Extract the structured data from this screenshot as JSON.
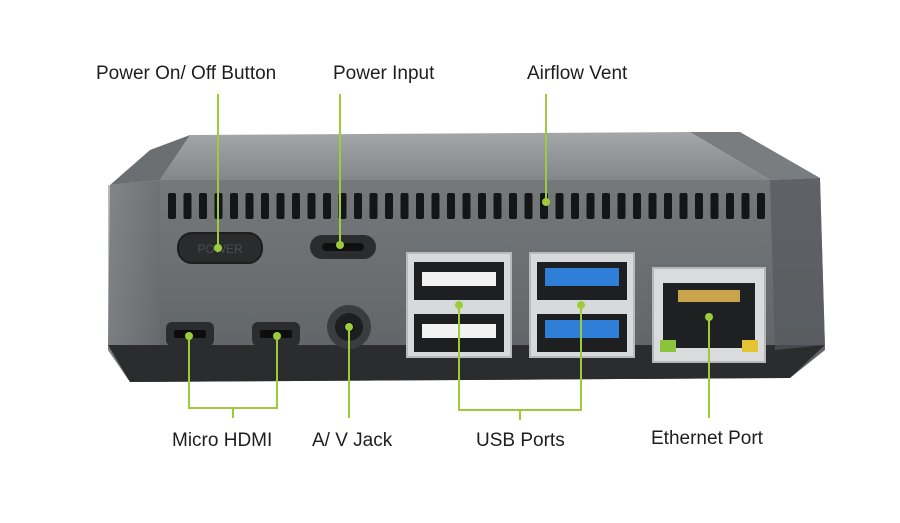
{
  "labels": {
    "power_button": "Power On/ Off Button",
    "power_input": "Power Input",
    "airflow_vent": "Airflow Vent",
    "micro_hdmi": "Micro HDMI",
    "av_jack": "A/ V Jack",
    "usb_ports": "USB Ports",
    "ethernet_port": "Ethernet Port"
  },
  "device": {
    "button_text": "POWER"
  },
  "colors": {
    "leader": "#9ccc3c",
    "case_body": "#6e7073",
    "case_top": "#8e9194",
    "usb3_blue": "#2f7fd8"
  }
}
